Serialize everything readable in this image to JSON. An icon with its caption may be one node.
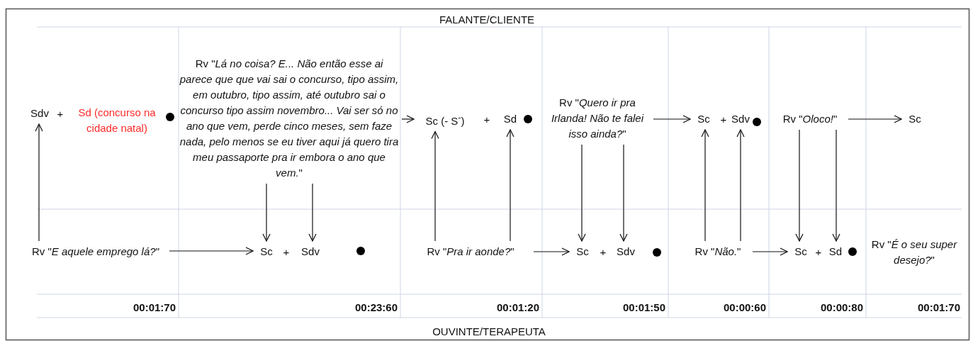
{
  "diagram": {
    "nodes": [
      {
        "text": [
          "Sdv"
        ]
      },
      {
        "text": [
          "Sd (concurso na cidade natal)"
        ]
      },
      {
        "text": [
          "Rv \"*Lá no coisa? E... Não então esse ai parece que que vai sai o concurso, tipo assim, em outubro, tipo assim, até outubro sai o concurso tipo assim novembro... Vai ser só no ano que vem, perde cinco meses, sem faze nada, pelo menos se eu tiver aqui já quero tira meu passaporte pra ir embora o ano que vem.*\""
        ]
      },
      {
        "text": [
          "Sc (- S$^{-}$)"
        ]
      },
      {
        "text": [
          "Sd"
        ]
      },
      {
        "text": [
          "Rv \"*Quero ir pra Irlanda! Não te falei isso ainda?*\""
        ]
      },
      {
        "text": [
          "Sc"
        ]
      },
      {
        "text": [
          "Sdv"
        ]
      },
      {
        "text": [
          "Rv \"*Oloco!*\""
        ]
      },
      {
        "text": [
          "Sc"
        ]
      },
      {
        "text": [
          "Rv \"*E aquele emprego lá?*\""
        ]
      },
      {
        "text": [
          "Sc"
        ]
      },
      {
        "text": [
          "Sdv"
        ]
      },
      {
        "text": [
          "Rv \"*Pra ir aonde?*\""
        ]
      },
      {
        "text": [
          "Sc"
        ]
      },
      {
        "text": [
          "Sdv"
        ]
      },
      {
        "text": [
          "Rv \"*Não.*\""
        ]
      },
      {
        "text": [
          "Sc"
        ]
      },
      {
        "text": [
          "Sd"
        ]
      },
      {
        "text": [
          "Rv \"*É o seu super desejo?*\""
        ]
      }
    ],
    "edges": [
      {
        "from": 10,
        "to": 0,
        "arrow": "to"
      },
      {
        "from": 10,
        "to": 11,
        "arrow": "to"
      },
      {
        "from": 2,
        "to": 11,
        "arrow": "to"
      },
      {
        "from": 2,
        "to": 12,
        "arrow": "to"
      },
      {
        "from": 2,
        "to": 3,
        "arrow": "to"
      },
      {
        "from": 13,
        "to": 3,
        "arrow": "to"
      },
      {
        "from": 13,
        "to": 4,
        "arrow": "to"
      },
      {
        "from": 13,
        "to": 14,
        "arrow": "to"
      },
      {
        "from": 5,
        "to": 14,
        "arrow": "to"
      },
      {
        "from": 5,
        "to": 15,
        "arrow": "to"
      },
      {
        "from": 5,
        "to": 6,
        "arrow": "to"
      },
      {
        "from": 16,
        "to": 6,
        "arrow": "to"
      },
      {
        "from": 16,
        "to": 7,
        "arrow": "to"
      },
      {
        "from": 16,
        "to": 17,
        "arrow": "to"
      },
      {
        "from": 8,
        "to": 17,
        "arrow": "to"
      },
      {
        "from": 8,
        "to": 18,
        "arrow": "to"
      },
      {
        "from": 8,
        "to": 9,
        "arrow": "to"
      }
    ],
    "labels": [
      "FALANTE/CLIENTE",
      "+",
      "+",
      "+",
      "+",
      "+",
      "+",
      "00:01:70",
      "00:23:60",
      "00:01:20",
      "00:01:50",
      "00:00:60",
      "00:00:80",
      "00:01:70",
      "OUVINTE/TERAPEUTA"
    ]
  }
}
